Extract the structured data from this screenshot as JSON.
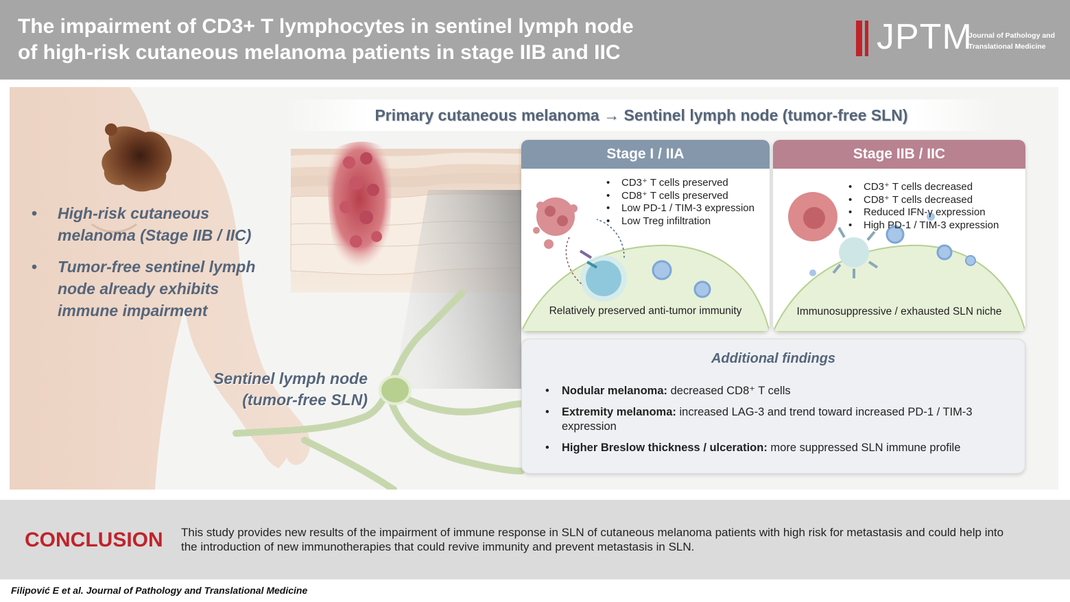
{
  "header": {
    "title_line1": "The impairment of CD3+ T lymphocytes in sentinel lymph node",
    "title_line2": "of high-risk cutaneous melanoma patients in stage IIB and IIC",
    "logo_word": "JPTM",
    "logo_sub_line1": "Journal of Pathology and",
    "logo_sub_line2": "Translational Medicine",
    "logo_color": "#c0232a"
  },
  "flow_label": "Primary cutaneous melanoma → Sentinel lymph node (tumor-free SLN)",
  "left_points": [
    "High-risk cutaneous melanoma (Stage IIB / IIC)",
    "Tumor-free sentinel lymph node already exhibits immune impairment"
  ],
  "sln_label_line1": "Sentinel lymph node",
  "sln_label_line2": "(tumor-free SLN)",
  "stage_early": {
    "title": "Stage I / IIA",
    "items": [
      "CD3⁺ T cells preserved",
      "CD8⁺ T cells preserved",
      "Low PD-1 / TIM-3 expression",
      "Low Treg infiltration"
    ],
    "caption": "Relatively preserved anti-tumor immunity",
    "header_color": "#8597ab"
  },
  "stage_late": {
    "title": "Stage IIB / IIC",
    "items": [
      "CD3⁺ T cells decreased",
      "CD8⁺ T cells decreased",
      "Reduced IFN-γ expression",
      "High PD-1 / TIM-3 expression"
    ],
    "caption": "Immunosuppressive / exhausted SLN niche",
    "header_color": "#b88290"
  },
  "findings": {
    "title": "Additional findings",
    "items": [
      {
        "term": "Nodular melanoma:",
        "text": " decreased CD8⁺ T cells"
      },
      {
        "term": "Extremity melanoma:",
        "text": " increased LAG-3 and trend toward increased PD-1 / TIM-3 expression"
      },
      {
        "term": "Higher Breslow thickness / ulceration:",
        "text": " more suppressed SLN immune profile"
      }
    ]
  },
  "conclusion": {
    "label": "CONCLUSION",
    "text": "This study provides new results of the impairment of immune response in SLN of cutaneous melanoma patients with high risk for metastasis and could help into the introduction of new immunotherapies that could revive immunity and prevent metastasis in SLN."
  },
  "citation": "Filipović E et al. Journal of Pathology and Translational Medicine"
}
